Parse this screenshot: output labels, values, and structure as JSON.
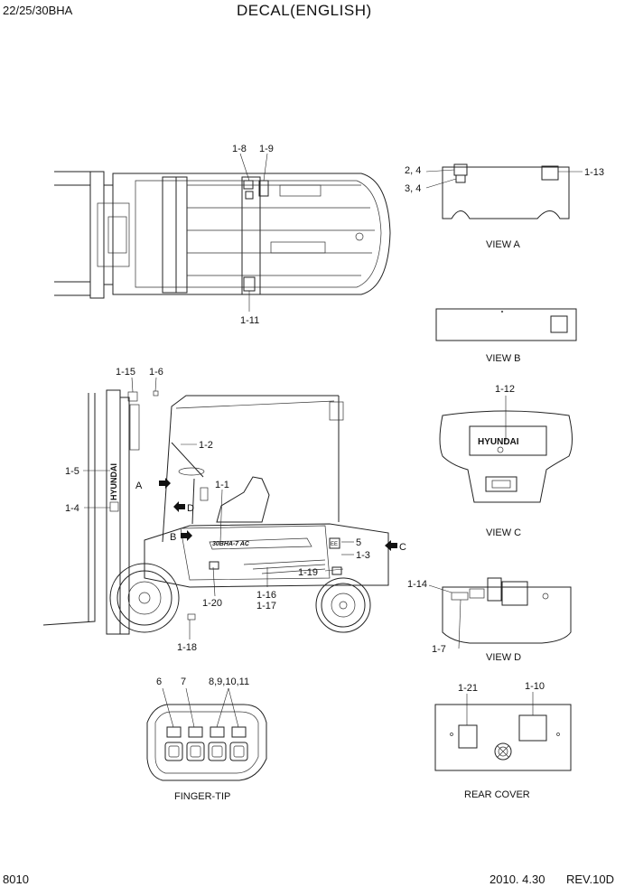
{
  "header": {
    "model": "22/25/30BHA",
    "title": "DECAL(ENGLISH)"
  },
  "footer": {
    "page_number": "8010",
    "date": "2010. 4.30",
    "revision": "REV.10D"
  },
  "views": {
    "view_a": "VIEW A",
    "view_b": "VIEW B",
    "view_c": "VIEW C",
    "view_d": "VIEW D",
    "finger_tip": "FINGER-TIP",
    "rear_cover": "REAR COVER"
  },
  "arrows": {
    "a": "A",
    "b": "B",
    "c": "C",
    "d": "D"
  },
  "decal_text": {
    "brand": "HYUNDAI",
    "model_badge": "30BHA-7 AC",
    "ee": "EE"
  },
  "callouts": {
    "c1_8": "1-8",
    "c1_9": "1-9",
    "c1_11": "1-11",
    "c2_4": "2, 4",
    "c3_4": "3, 4",
    "c1_13": "1-13",
    "c1_15": "1-15",
    "c1_6": "1-6",
    "c1_2": "1-2",
    "c1_5": "1-5",
    "c1_4": "1-4",
    "c1_1": "1-1",
    "c5": "5",
    "c1_3": "1-3",
    "c1_19": "1-19",
    "c1_16": "1-16",
    "c1_17": "1-17",
    "c1_20": "1-20",
    "c1_18": "1-18",
    "c1_12": "1-12",
    "c1_14": "1-14",
    "c1_7": "1-7",
    "c6": "6",
    "c7": "7",
    "c8_11": "8,9,10,11",
    "c1_21": "1-21",
    "c1_10": "1-10"
  }
}
